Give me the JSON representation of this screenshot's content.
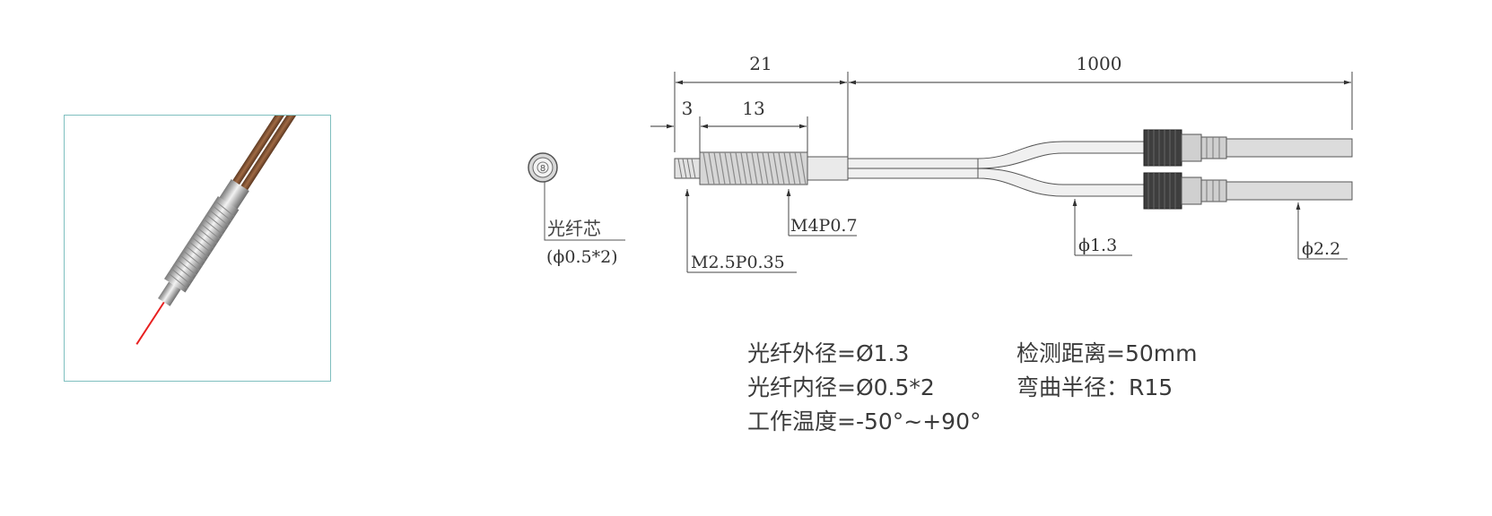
{
  "dimensions": {
    "total_head": "21",
    "cable_length": "1000",
    "tip": "3",
    "thread_length": "13"
  },
  "labels": {
    "core_label": "光纤芯",
    "core_size": "(ϕ0.5*2)",
    "thread_large": "M4P0.7",
    "thread_small": "M2.5P0.35",
    "fiber_dia": "ϕ1.3",
    "end_dia": "ϕ2.2",
    "core_mark": "8"
  },
  "specs": {
    "outer_diameter": "光纤外径=Ø1.3",
    "inner_diameter": "光纤内径=Ø0.5*2",
    "temperature": "工作温度=-50°~+90°",
    "detect_distance": "检测距离=50mm",
    "bend_radius": "弯曲半径：R15"
  },
  "colors": {
    "frame": "#7fbfbf",
    "cable_brown": "#8b5a3c",
    "laser": "#e82020",
    "line": "#333333"
  }
}
